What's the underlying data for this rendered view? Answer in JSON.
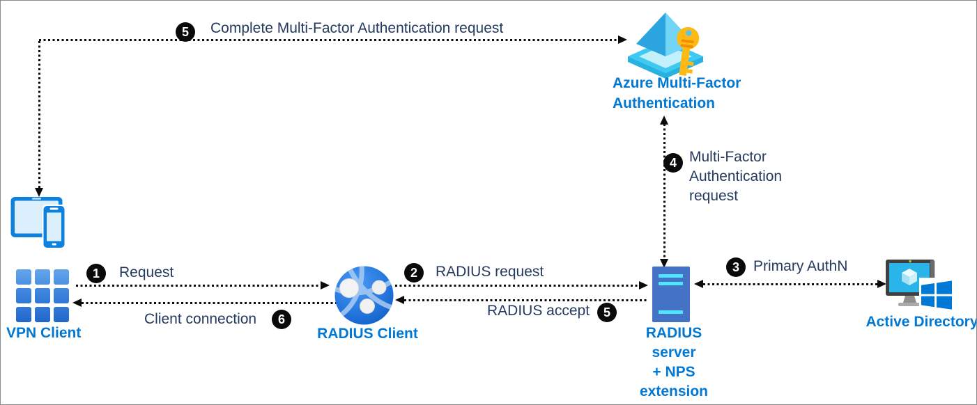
{
  "colors": {
    "accent_blue": "#0078d4",
    "step_text_navy": "#243a5e",
    "badge_black": "#0a0a0a",
    "connector_black": "#0b0b0b",
    "server_fill": "#4472c4",
    "server_stripe_cyan": "#50e6ff",
    "windows_blue": "#0078d4",
    "key_gold": "#ffb914"
  },
  "nodes": {
    "vpn_client": {
      "label": "VPN Client"
    },
    "radius_client": {
      "label": "RADIUS Client"
    },
    "radius_server": {
      "lines": [
        "RADIUS",
        "server",
        "+ NPS",
        "extension"
      ]
    },
    "active_directory": {
      "label": "Active Directory"
    },
    "azure_mfa": {
      "lines": [
        "Azure Multi-Factor",
        "Authentication"
      ]
    }
  },
  "steps": {
    "request": {
      "num": "1",
      "label": "Request"
    },
    "radius_request": {
      "num": "2",
      "label": "RADIUS request"
    },
    "primary_authn": {
      "num": "3",
      "label": "Primary AuthN"
    },
    "mfa_request": {
      "num": "4",
      "lines": [
        "Multi-Factor",
        "Authentication",
        "request"
      ]
    },
    "complete_mfa": {
      "num": "5",
      "label": "Complete Multi-Factor Authentication request"
    },
    "radius_accept": {
      "num": "5",
      "label": "RADIUS accept"
    },
    "client_connection": {
      "num": "6",
      "label": "Client connection"
    }
  }
}
